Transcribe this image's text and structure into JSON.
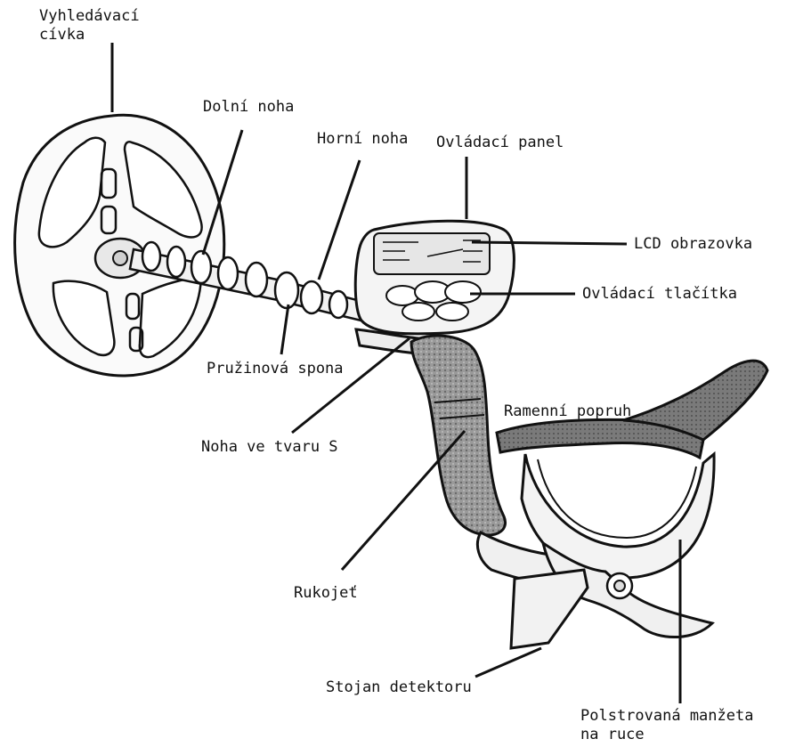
{
  "labels": {
    "search_coil": [
      "Vyhledávací",
      "cívka"
    ],
    "lower_leg": "Dolní noha",
    "upper_leg": "Horní noha",
    "control_panel": "Ovládací panel",
    "lcd_screen": "LCD obrazovka",
    "control_buttons": "Ovládací tlačítka",
    "spring_clip": "Pružinová spona",
    "shoulder_strap": "Ramenní popruh",
    "s_shaped_leg": "Noha ve tvaru S",
    "handle": "Rukojeť",
    "detector_stand": "Stojan detektoru",
    "padded_cuff": [
      "Polstrovaná manžeta",
      "na ruce"
    ]
  },
  "colors": {
    "ink": "#111111",
    "paper": "#ffffff",
    "grip": "#8a8a8a",
    "strap": "#6f6f6f"
  }
}
